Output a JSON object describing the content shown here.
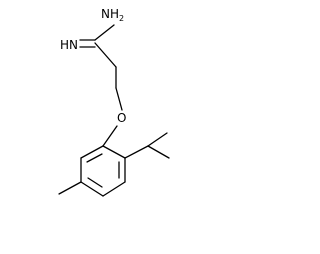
{
  "molecule": {
    "atoms": {
      "amine": {
        "symbol": "NH",
        "subscript": "2"
      },
      "imine": {
        "symbol": "HN"
      },
      "ether_oxygen": {
        "symbol": "O"
      }
    }
  }
}
